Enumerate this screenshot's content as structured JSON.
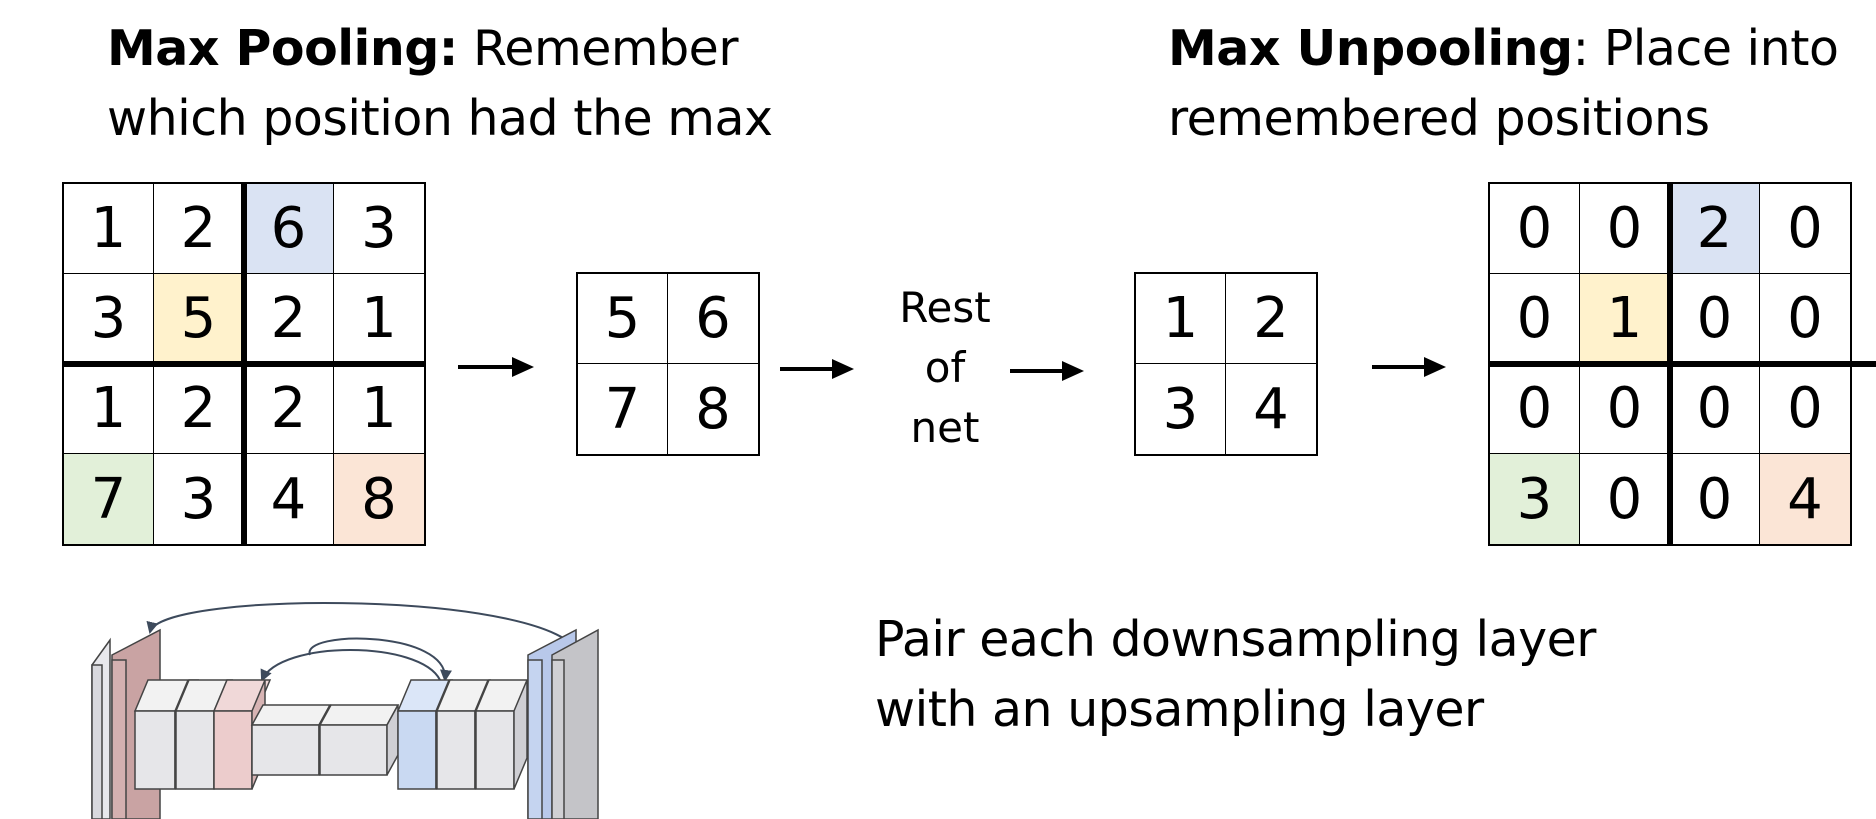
{
  "left_caption": {
    "bold": "Max Pooling:",
    "rest_line1": " Remember",
    "line2": "which position had the max"
  },
  "right_caption": {
    "bold": "Max Unpooling",
    "rest_line1": ": Place into",
    "line2": "remembered positions"
  },
  "bottom_caption": {
    "line1": "Pair each downsampling layer",
    "line2": "with an upsampling layer"
  },
  "rest_of_net": [
    "Rest",
    "of",
    "net"
  ],
  "colors": {
    "blue": "#dae3f3",
    "yellow": "#fff2cc",
    "green": "#e2f0d9",
    "orange": "#fbe5d6"
  },
  "input_grid": [
    [
      "1",
      "2",
      "6",
      "3"
    ],
    [
      "3",
      "5",
      "2",
      "1"
    ],
    [
      "1",
      "2",
      "2",
      "1"
    ],
    [
      "7",
      "3",
      "4",
      "8"
    ]
  ],
  "input_highlights": {
    "0-2": "blue",
    "1-1": "yellow",
    "3-0": "green",
    "3-3": "orange"
  },
  "pooled_grid": [
    [
      "5",
      "6"
    ],
    [
      "7",
      "8"
    ]
  ],
  "net_output_grid": [
    [
      "1",
      "2"
    ],
    [
      "3",
      "4"
    ]
  ],
  "unpooled_grid": [
    [
      "0",
      "0",
      "2",
      "0"
    ],
    [
      "0",
      "1",
      "0",
      "0"
    ],
    [
      "0",
      "0",
      "0",
      "0"
    ],
    [
      "3",
      "0",
      "0",
      "4"
    ]
  ],
  "unpooled_highlights": {
    "0-2": "blue",
    "1-1": "yellow",
    "3-0": "green",
    "3-3": "orange"
  }
}
